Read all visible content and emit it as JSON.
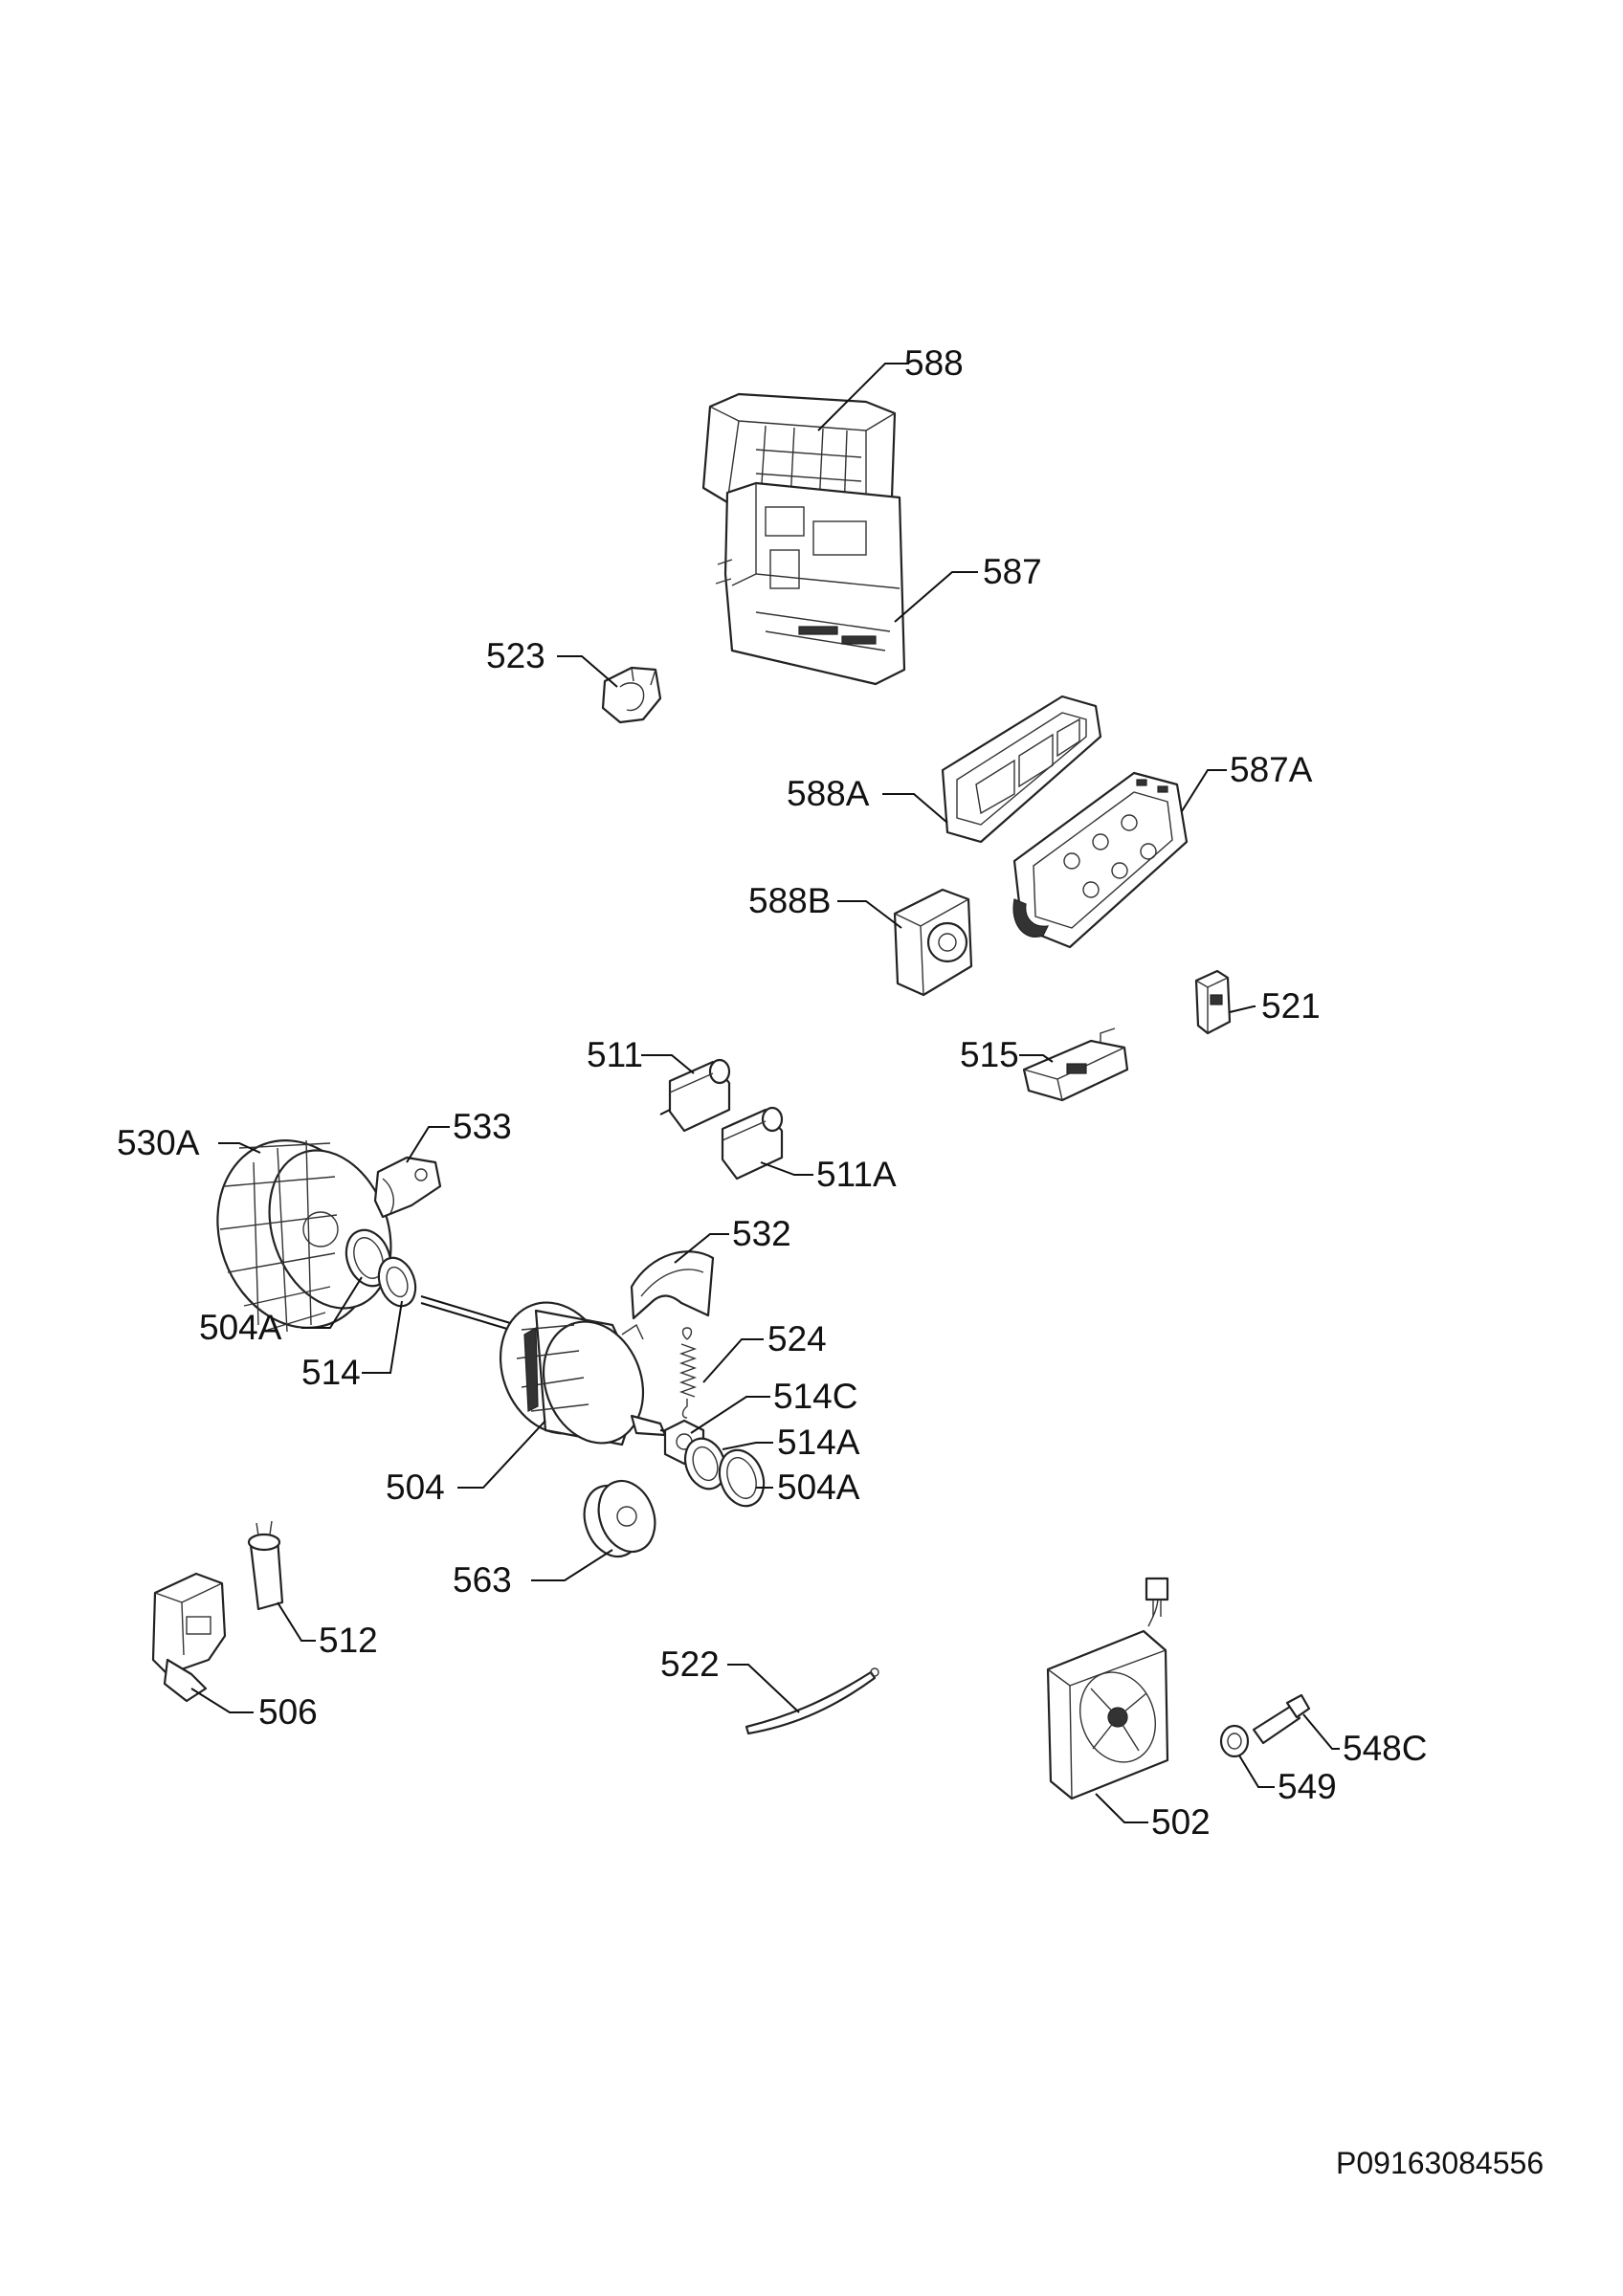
{
  "drawing_code": "P09163084556",
  "parts": {
    "p588": "588",
    "p587": "587",
    "p523": "523",
    "p588A": "588A",
    "p587A": "587A",
    "p588B": "588B",
    "p521": "521",
    "p511": "511",
    "p515": "515",
    "p530A": "530A",
    "p533": "533",
    "p511A": "511A",
    "p532": "532",
    "p504A_left": "504A",
    "p514": "514",
    "p524": "524",
    "p514C": "514C",
    "p514A": "514A",
    "p504": "504",
    "p504A_right": "504A",
    "p563": "563",
    "p512": "512",
    "p506": "506",
    "p522": "522",
    "p548C": "548C",
    "p549": "549",
    "p502": "502"
  }
}
